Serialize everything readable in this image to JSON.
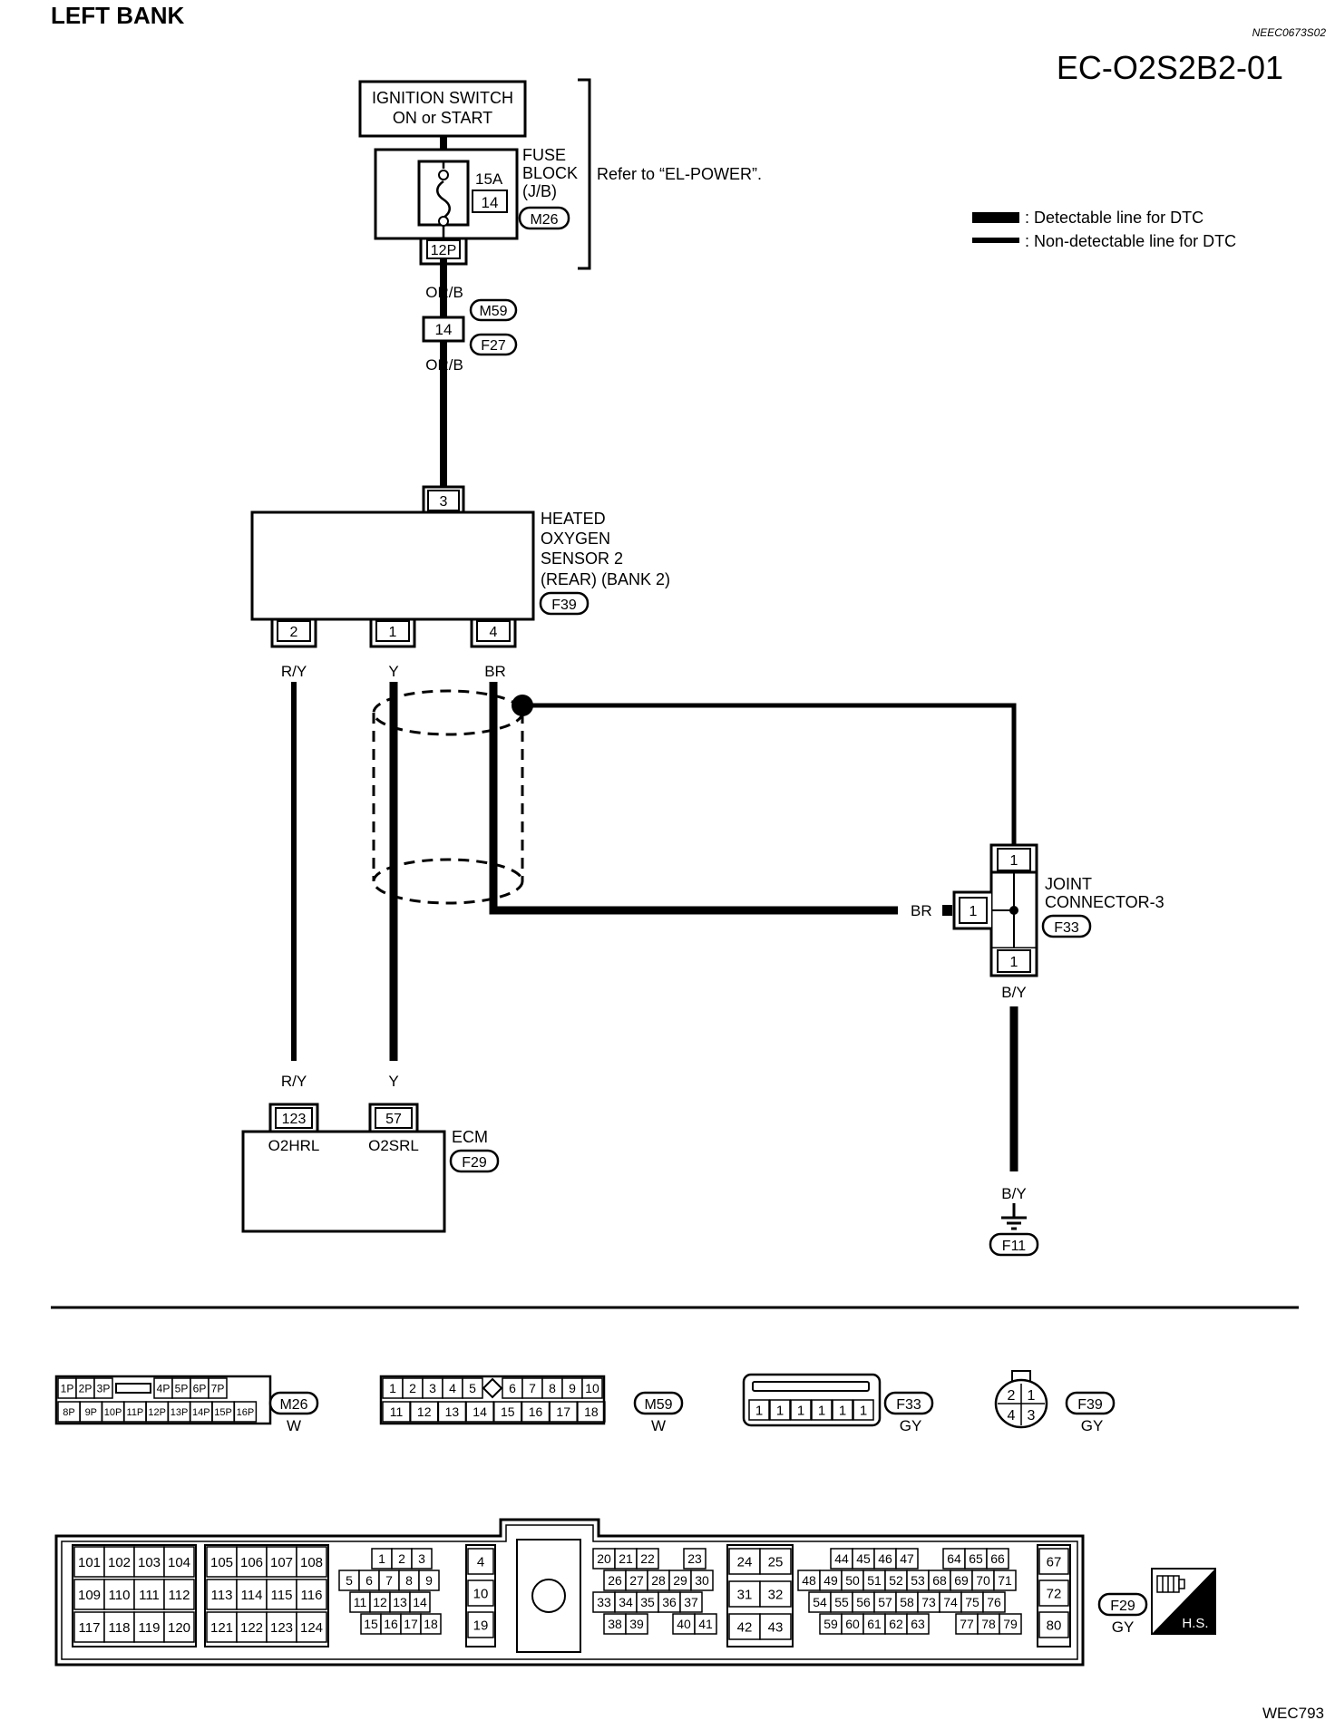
{
  "page": {
    "section_title": "LEFT BANK",
    "doc_code": "NEEC0673S02",
    "diagram_id": "EC-O2S2B2-01",
    "figure_code": "WEC793"
  },
  "legend": {
    "detectable": ": Detectable line for DTC",
    "non_detectable": ": Non-detectable line for DTC"
  },
  "power": {
    "ignition_line1": "IGNITION SWITCH",
    "ignition_line2": "ON or START",
    "fuse_label1": "FUSE",
    "fuse_label2": "BLOCK",
    "fuse_label3": "(J/B)",
    "fuse_amp": "15A",
    "fuse_no": "14",
    "fuse_connector": "M26",
    "fuse_terminal": "12P",
    "refer": "Refer to “EL-POWER”."
  },
  "harness": {
    "wire_top": "OR/B",
    "terminal": "14",
    "conn_a": "M59",
    "conn_b": "F27",
    "wire_bottom": "OR/B"
  },
  "sensor": {
    "line1": "HEATED",
    "line2": "OXYGEN",
    "line3": "SENSOR 2",
    "line4": "(REAR) (BANK 2)",
    "connector": "F39",
    "pin_top": "3",
    "pin_a": "2",
    "pin_b": "1",
    "pin_c": "4",
    "wire_a": "R/Y",
    "wire_b": "Y",
    "wire_c": "BR"
  },
  "joint": {
    "line1": "JOINT",
    "line2": "CONNECTOR-3",
    "connector": "F33",
    "pin_top": "1",
    "pin_left": "1",
    "pin_bottom": "1",
    "wire_in": "BR",
    "wire_out": "B/Y",
    "wire_ground": "B/Y",
    "ground": "F11"
  },
  "ecm": {
    "title": "ECM",
    "connector": "F29",
    "wire_a": "R/Y",
    "wire_b": "Y",
    "pin_a": "123",
    "pin_b": "57",
    "sig_a": "O2HRL",
    "sig_b": "O2SRL"
  },
  "connectors": {
    "m26": {
      "id": "M26",
      "color": "W",
      "row1": [
        "1P",
        "2P",
        "3P",
        "",
        "4P",
        "5P",
        "6P",
        "7P"
      ],
      "row2": [
        "8P",
        "9P",
        "10P",
        "11P",
        "12P",
        "13P",
        "14P",
        "15P",
        "16P"
      ]
    },
    "m59": {
      "id": "M59",
      "color": "W",
      "row1": [
        "1",
        "2",
        "3",
        "4",
        "5",
        "",
        "6",
        "7",
        "8",
        "9",
        "10"
      ],
      "row2": [
        "11",
        "12",
        "13",
        "14",
        "15",
        "16",
        "17",
        "18"
      ]
    },
    "f33": {
      "id": "F33",
      "color": "GY",
      "row": [
        "1",
        "1",
        "1",
        "1",
        "1",
        "1"
      ]
    },
    "f39": {
      "id": "F39",
      "color": "GY",
      "pins": [
        "2",
        "1",
        "4",
        "3"
      ]
    },
    "f29": {
      "id": "F29",
      "color": "GY",
      "hs": "H.S.",
      "g1": {
        "r1": [
          "101",
          "102",
          "103",
          "104"
        ],
        "r2": [
          "109",
          "110",
          "111",
          "112"
        ],
        "r3": [
          "117",
          "118",
          "119",
          "120"
        ]
      },
      "g2": {
        "r1": [
          "105",
          "106",
          "107",
          "108"
        ],
        "r2": [
          "113",
          "114",
          "115",
          "116"
        ],
        "r3": [
          "121",
          "122",
          "123",
          "124"
        ]
      },
      "g3": {
        "r1": [
          "1",
          "2",
          "3"
        ],
        "r2": [
          "5",
          "6",
          "7",
          "8",
          "9"
        ],
        "r3": [
          "11",
          "12",
          "13",
          "14"
        ],
        "r4": [
          "15",
          "16",
          "17",
          "18"
        ]
      },
      "g4": [
        "4",
        "10",
        "19"
      ],
      "g5": {
        "r1": [
          "20",
          "21",
          "22",
          "23"
        ],
        "r2": [
          "26",
          "27",
          "28",
          "29",
          "30"
        ],
        "r3": [
          "33",
          "34",
          "35",
          "36",
          "37"
        ],
        "r4": [
          "38",
          "39",
          "40",
          "41"
        ]
      },
      "g6": {
        "r1": [
          "24",
          "25"
        ],
        "r2": [
          "31",
          "32"
        ],
        "r3": [
          "42",
          "43"
        ]
      },
      "g7": {
        "r1": [
          "44",
          "45",
          "46",
          "47",
          "64",
          "65",
          "66"
        ],
        "r2": [
          "48",
          "49",
          "50",
          "51",
          "52",
          "53",
          "68",
          "69",
          "70",
          "71"
        ],
        "r3": [
          "54",
          "55",
          "56",
          "57",
          "58",
          "73",
          "74",
          "75",
          "76"
        ],
        "r4": [
          "59",
          "60",
          "61",
          "62",
          "63",
          "77",
          "78",
          "79"
        ]
      },
      "g8": [
        "67",
        "72",
        "80"
      ]
    }
  }
}
